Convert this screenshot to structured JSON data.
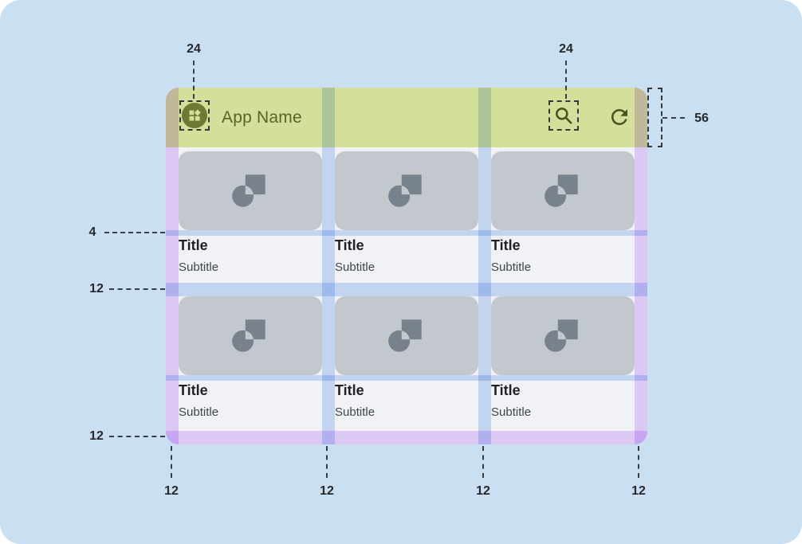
{
  "app": {
    "name": "App Name",
    "leading_icon": "dashboard-grid-icon",
    "action_icons": [
      "search-icon",
      "refresh-icon"
    ]
  },
  "cards": [
    {
      "title": "Title",
      "subtitle": "Subtitle",
      "media_icon": "image-placeholder-icon"
    },
    {
      "title": "Title",
      "subtitle": "Subtitle",
      "media_icon": "image-placeholder-icon"
    },
    {
      "title": "Title",
      "subtitle": "Subtitle",
      "media_icon": "image-placeholder-icon"
    },
    {
      "title": "Title",
      "subtitle": "Subtitle",
      "media_icon": "image-placeholder-icon"
    },
    {
      "title": "Title",
      "subtitle": "Subtitle",
      "media_icon": "image-placeholder-icon"
    },
    {
      "title": "Title",
      "subtitle": "Subtitle",
      "media_icon": "image-placeholder-icon"
    }
  ],
  "measurements": {
    "leading_icon_size": "24",
    "action_icon_size": "24",
    "appbar_height": "56",
    "image_text_gap": "4",
    "row_gap": "12",
    "bottom_margin": "12",
    "left_margin": "12",
    "gutter_left": "12",
    "gutter_right": "12",
    "right_margin": "12"
  },
  "colors": {
    "canvas_background": "#CBDFF2",
    "appbar_green": "#D4DF9B",
    "appbar_content_olive": "#57632A",
    "margin_overlay_purple": "#DBC8F3",
    "spacing_overlay_blue": "#C3D4F1",
    "placeholder_gray": "#C3C8CE",
    "placeholder_icon_gray": "#78828C",
    "annotation_text": "#26282B"
  }
}
